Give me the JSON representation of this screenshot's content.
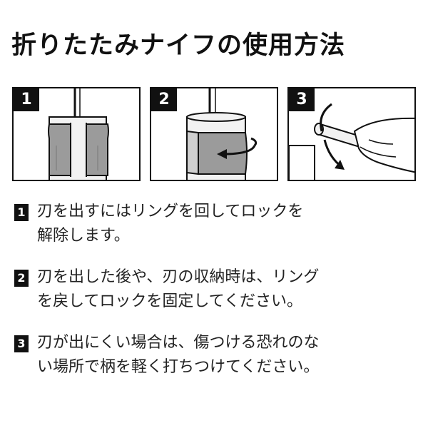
{
  "title": "折りたたみナイフの使用方法",
  "panels": [
    {
      "number": "1"
    },
    {
      "number": "2"
    },
    {
      "number": "3"
    }
  ],
  "steps": [
    {
      "number": "1",
      "line1": "刃を出すにはリングを回してロックを",
      "line2": "解除します。"
    },
    {
      "number": "2",
      "line1": "刃を出した後や、刃の収納時は、リング",
      "line2": "を戻してロックを固定してください。"
    },
    {
      "number": "3",
      "line1": "刃が出にくい場合は、傷つける恐れのな",
      "line2": "い場所で柄を軽く打ちつけてください。"
    }
  ]
}
